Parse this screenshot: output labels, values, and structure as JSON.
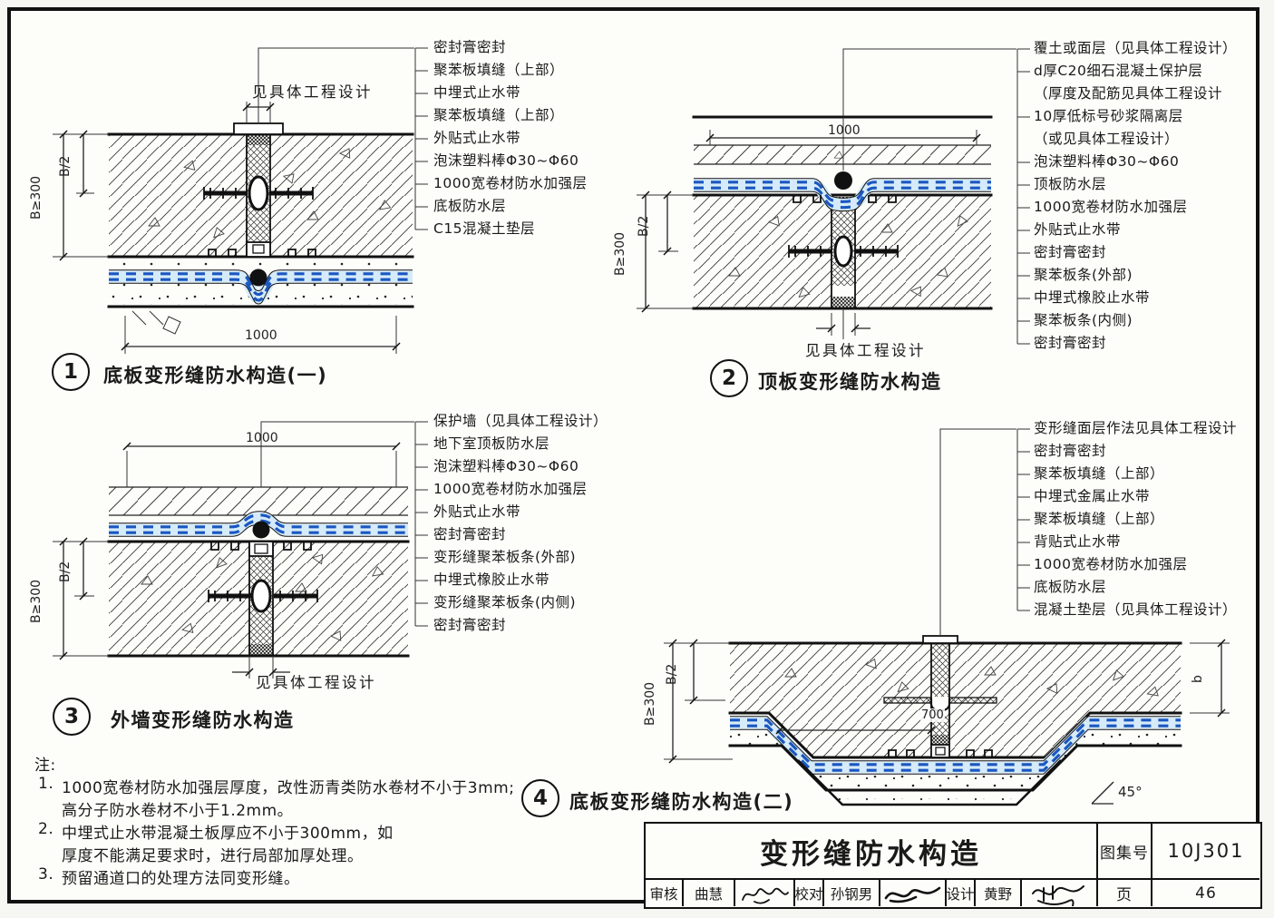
{
  "page": {
    "title_block": {
      "drawing_title": "变形缝防水构造",
      "atlas_label": "图集号",
      "atlas_no": "10J301",
      "page_label": "页",
      "page_no": "46",
      "reviewer_label": "审核",
      "reviewer": "曲慧",
      "checker_label": "校对",
      "checker": "孙钢男",
      "designer_label": "设计",
      "designer": "黄野"
    }
  },
  "details": [
    {
      "no": "1",
      "title": "底板变形缝防水构造(一)",
      "see_design": "见具体工程设计",
      "dim_width": "1000",
      "dim_depth": "B≥300",
      "dim_half": "B/2",
      "callouts": [
        "密封膏密封",
        "聚苯板填缝（上部）",
        "中埋式止水带",
        "聚苯板填缝（上部）",
        "外贴式止水带",
        "泡沫塑料棒Φ30~Φ60",
        "1000宽卷材防水加强层",
        "底板防水层",
        "C15混凝土垫层"
      ]
    },
    {
      "no": "2",
      "title": "顶板变形缝防水构造",
      "see_design": "见具体工程设计",
      "dim_width": "1000",
      "dim_depth": "B≥300",
      "dim_half": "B/2",
      "callouts": [
        "覆土或面层（见具体工程设计）",
        "d厚C20细石混凝土保护层",
        "（厚度及配筋见具体工程设计",
        "10厚低标号砂浆隔离层",
        "（或见具体工程设计）",
        "泡沫塑料棒Φ30~Φ60",
        "顶板防水层",
        "1000宽卷材防水加强层",
        "外贴式止水带",
        "密封膏密封",
        "聚苯板条(外部)",
        "中埋式橡胶止水带",
        "聚苯板条(内侧)",
        "密封膏密封"
      ]
    },
    {
      "no": "3",
      "title": "外墙变形缝防水构造",
      "see_design": "见具体工程设计",
      "dim_width": "1000",
      "dim_depth": "B≥300",
      "dim_half": "B/2",
      "callouts": [
        "保护墙（见具体工程设计）",
        "地下室顶板防水层",
        "泡沫塑料棒Φ30~Φ60",
        "1000宽卷材防水加强层",
        "外贴式止水带",
        "密封膏密封",
        "变形缝聚苯板条(外部)",
        "中埋式橡胶止水带",
        "变形缝聚苯板条(内侧)",
        "密封膏密封"
      ]
    },
    {
      "no": "4",
      "title": "底板变形缝防水构造(二)",
      "dim_depth": "B≥300",
      "dim_half": "B/2",
      "dim_700": "700",
      "dim_b": "b",
      "angle": "45°",
      "callouts": [
        "变形缝面层作法见具体工程设计",
        "密封膏密封",
        "聚苯板填缝（上部）",
        "中埋式金属止水带",
        "聚苯板填缝（上部）",
        "背贴式止水带",
        "1000宽卷材防水加强层",
        "底板防水层",
        "混凝土垫层（见具体工程设计）"
      ]
    }
  ],
  "notes": {
    "heading": "注:",
    "items": [
      {
        "no": "1.",
        "line1": "1000宽卷材防水加强层厚度，改性沥青类防水卷材不小于3mm;",
        "line2": "高分子防水卷材不小于1.2mm。"
      },
      {
        "no": "2.",
        "line1": "中埋式止水带混凝土板厚应不小于300mm，如",
        "line2": "厚度不能满足要求时，进行局部加厚处理。"
      },
      {
        "no": "3.",
        "line1": "预留通道口的处理方法同变形缝。",
        "line2": ""
      }
    ]
  },
  "colors": {
    "line": "#1a1a1a",
    "waterproof_blue": "#1a57c0",
    "waterproof_light": "#d6ebf9"
  }
}
